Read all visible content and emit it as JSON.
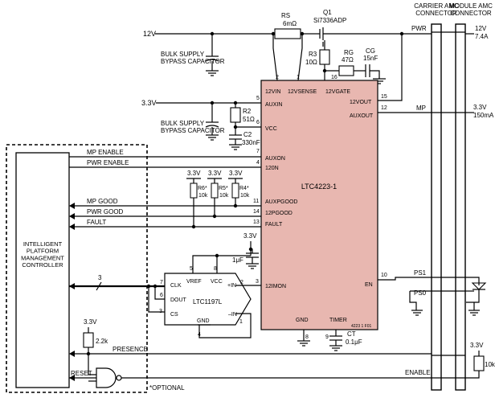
{
  "colors": {
    "chip_fill": "#e8b7b0",
    "wire": "#000000",
    "background": "#ffffff"
  },
  "connectors": {
    "carrier": "CARRIER AMC\nCONNECTOR",
    "module": "MODULE AMC\nCONNECTOR"
  },
  "rails": {
    "v12": "12V",
    "v3": "3.3V",
    "pwr_label": "PWR",
    "mp_label": "MP",
    "out12_v": "12V",
    "out12_i": "7.4A",
    "out3_v": "3.3V",
    "out3_i": "150mA",
    "pull_v": "3.3V"
  },
  "components": {
    "rs_name": "RS",
    "rs_value": "6mΩ",
    "q1_name": "Q1",
    "q1_part": "Si7336ADP",
    "r3_name": "R3",
    "r3_value": "10Ω",
    "rg_name": "RG",
    "rg_value": "47Ω",
    "cg_name": "CG",
    "cg_value": "15nF",
    "bulk1": "BULK SUPPLY\nBYPASS CAPACITOR",
    "bulk2": "BULK SUPPLY\nBYPASS CAPACITOR",
    "r2_name": "R2",
    "r2_value": "51Ω",
    "c2_name": "C2",
    "c2_value": "330nF",
    "r6_name": "R6*",
    "r6_value": "10k",
    "r5_name": "R5*",
    "r5_value": "10k",
    "r4_name": "R4*",
    "r4_value": "10k",
    "cap1u": "1μF",
    "ct_name": "CT",
    "ct_value": "0.1μF",
    "r22k": "2.2k",
    "r10k": "10k"
  },
  "ltc4223": {
    "name": "LTC4223-1",
    "pin_12vin": "12VIN",
    "pin_12vsense": "12VSENSE",
    "pin_12vgate": "12VGATE",
    "pin_auxin": "AUXIN",
    "pin_vcc": "VCC",
    "pin_auxon": "AUXON",
    "pin_120n": "120N",
    "pin_auxpgood": "AUXPGOOD",
    "pin_12pgood": "12PGOOD",
    "pin_fault": "FAULT",
    "pin_12imon": "12IMON",
    "pin_gnd": "GND",
    "pin_timer": "TIMER",
    "pin_12vout": "12VOUT",
    "pin_auxout": "AUXOUT",
    "pin_en": "EN",
    "ref_code": "4223 1 F01"
  },
  "ltc1197": {
    "name": "LTC1197L",
    "pin_vref": "VREF",
    "pin_vcc": "VCC",
    "pin_clk": "CLK",
    "pin_dout": "DOUT",
    "pin_cs": "CS",
    "pin_gnd": "GND",
    "pin_inp": "+IN",
    "pin_inm": "–IN"
  },
  "pins": {
    "p2": "2",
    "p1": "1",
    "p16": "16",
    "p5": "5",
    "p6": "6",
    "p7": "7",
    "p4": "4",
    "p11": "11",
    "p14": "14",
    "p13": "13",
    "p3": "3",
    "p8": "8",
    "p9": "9",
    "p15": "15",
    "p12": "12",
    "p10": "10",
    "a5": "5",
    "a8": "8",
    "a7": "7",
    "a6": "6",
    "a2": "2",
    "a3": "3",
    "a1": "1",
    "a4": "4"
  },
  "controller": {
    "label": "INTELLIGENT\nPLATFORM\nMANAGEMENT\nCONTROLLER"
  },
  "signals": {
    "mp_enable": "MP ENABLE",
    "pwr_enable": "PWR ENABLE",
    "mp_good": "MP GOOD",
    "pwr_good": "PWR GOOD",
    "fault": "FAULT",
    "presence": "PRESENCE",
    "reset": "RESET",
    "ps1": "PS1",
    "ps0": "PS0",
    "enable": "ENABLE",
    "bus_width": "3"
  },
  "notes": {
    "optional": "*OPTIONAL"
  }
}
